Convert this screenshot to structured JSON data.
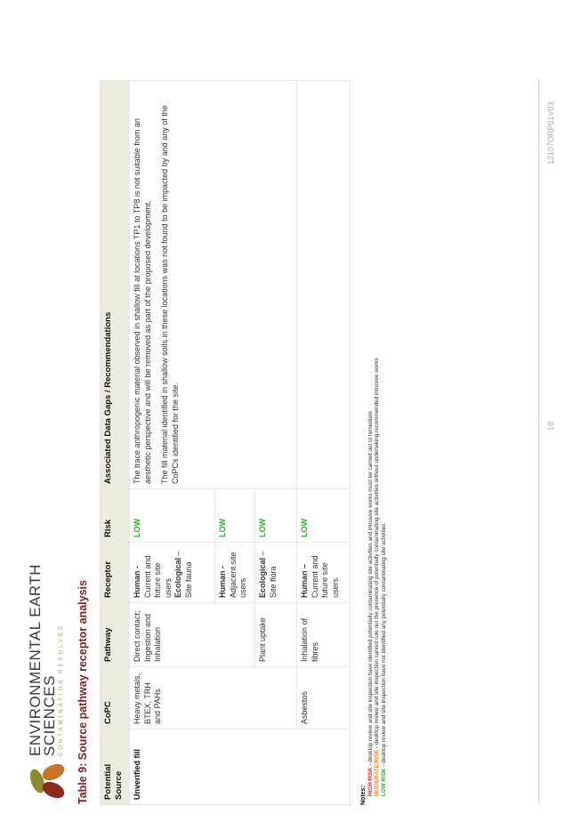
{
  "logo": {
    "line1": "ENVIRONMENTAL EARTH",
    "line2": "SCIENCES",
    "tagline": "CONTAMINATION RESOLVED"
  },
  "title": "Table 9:  Source pathway receptor analysis",
  "table": {
    "headers": [
      "Potential Source",
      "CoPC",
      "Pathway",
      "Receptor",
      "Risk",
      "Associated Data Gaps / Recommendations"
    ],
    "source": "Unverified fill",
    "copc1": "Heavy metals, BTEX, TRH and PAHs",
    "pathway1": "Direct contact; Ingestion and Inhalation",
    "receptor1a_b": "Human -",
    "receptor1a": "Current and future site users",
    "receptor1b_b": "Ecological",
    "receptor1b": "– Site fauna",
    "risk1": "LOW",
    "receptor2_b": "Human -",
    "receptor2": "Adjacent site users",
    "risk2": "LOW",
    "pathway3": "Plant uptake",
    "receptor3_b": "Ecological",
    "receptor3": "– Site flora",
    "risk3": "LOW",
    "copc4": "Asbestos",
    "pathway4": "Inhalation of fibres",
    "receptor4_b": "Human –",
    "receptor4": "Current and future site users",
    "risk4": "LOW",
    "rec_p1": "The trace anthropogenic material observed in shallow fill at locations TP1 to TP8 is not suitable from an aesthetic perspective and will be removed as part of the proposed development.",
    "rec_p2": "The fill material identified in shallow soils in these locations was not found to be impacted by and any of the CoPCs identified for the site."
  },
  "notes": {
    "heading": "Notes:",
    "high_label": "HIGH RISK",
    "high": " - desktop review and site inspection have identified potentially contaminating site activities and intrusive works must be carried out to remediate.",
    "mod_label": "MODERATE RISK",
    "mod": " - desktop review and site inspection cannot rule out the presence of potentially contaminating site activities without undertaking recommended intrusive works",
    "low_label": "LOW RISK",
    "low": " - desktop review and site inspection have not identified any potentially contaminating site activities."
  },
  "footer": {
    "page": "18",
    "code": "12107ORP01V03"
  },
  "colors": {
    "title": "#7a1f24",
    "header_bg": "#ecebe0",
    "low": "#3aa53a",
    "high": "#e8232a",
    "moderate": "#f08a24"
  }
}
